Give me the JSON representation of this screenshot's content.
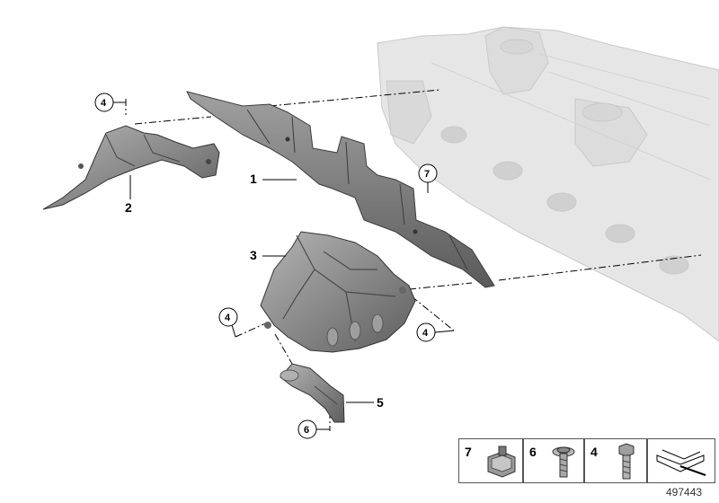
{
  "parts": {
    "p1": "1",
    "p2": "2",
    "p3": "3",
    "p5": "5",
    "c4a": "4",
    "c4b": "4",
    "c4c": "4",
    "c6": "6",
    "c7": "7"
  },
  "legend": [
    {
      "num": "7",
      "icon": "clip-nut-icon"
    },
    {
      "num": "6",
      "icon": "flange-screw-icon"
    },
    {
      "num": "4",
      "icon": "hex-bolt-icon"
    },
    {
      "num": "",
      "icon": "direction-arrow-icon"
    }
  ],
  "doc_id": "497443",
  "colors": {
    "part_fill": "#8e8e8e",
    "part_dark": "#4a4a4a",
    "engine_fill": "#e4e4e4",
    "engine_line": "#c8c8c8"
  }
}
